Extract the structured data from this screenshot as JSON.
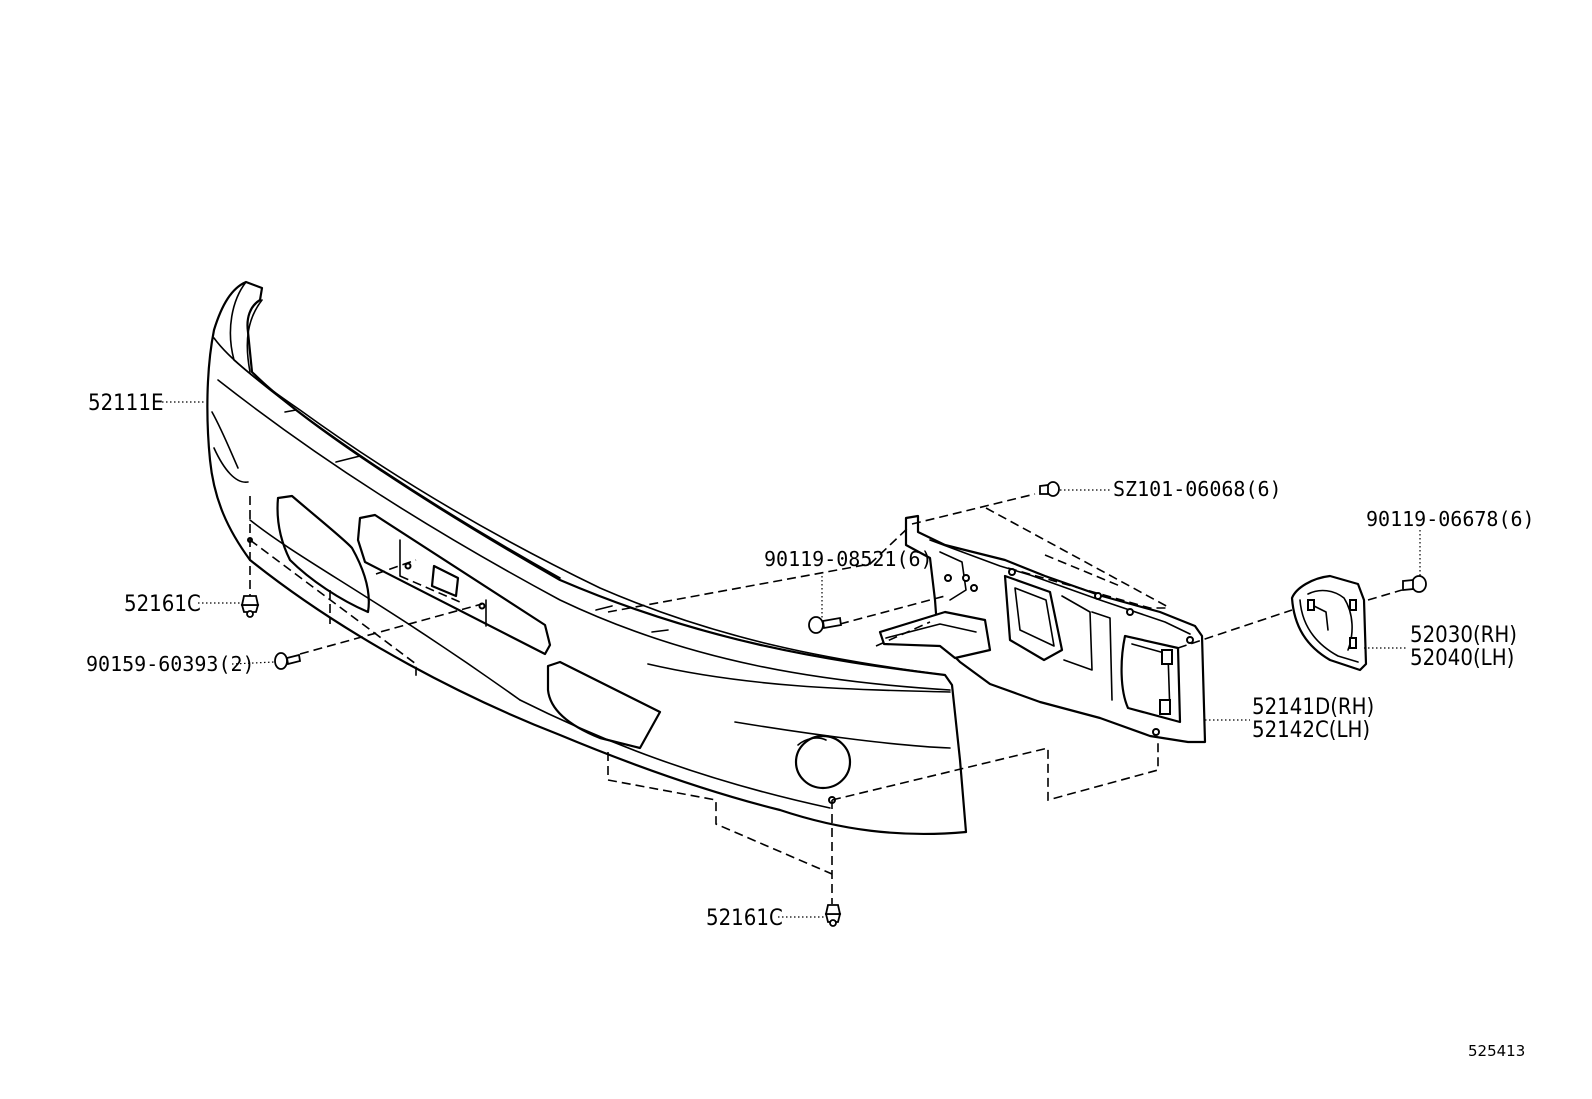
{
  "labels": {
    "bumper_cover": "52111E",
    "clip_upper_left": "52161C",
    "screw_left": "90159-60393(2)",
    "bolt_center": "90119-08521(6)",
    "bolt_top": "SZ101-06068(6)",
    "bolt_right": "90119-06678(6)",
    "retainer_rh": "52030(RH)",
    "retainer_lh": "52040(LH)",
    "reinforcement_rh": "52141D(RH)",
    "reinforcement_lh": "52142C(LH)",
    "clip_bottom": "52161C"
  },
  "diagram_ref": "525413"
}
